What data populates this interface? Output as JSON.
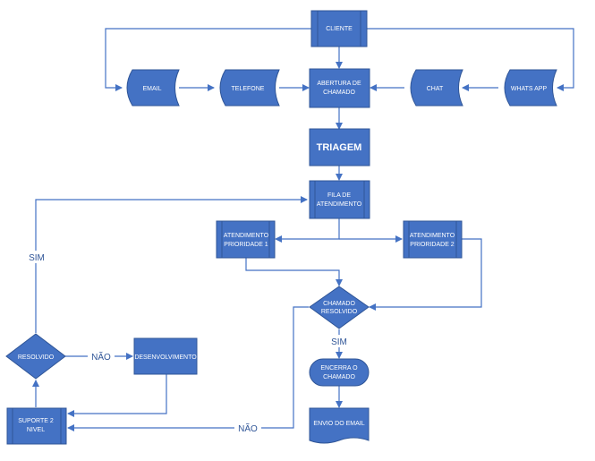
{
  "nodes": {
    "cliente": "CLIENTE",
    "email": "EMAIL",
    "telefone": "TELEFONE",
    "abertura": [
      "ABERTURA DE",
      "CHAMADO"
    ],
    "chat": "CHAT",
    "whatsapp": "WHATS APP",
    "triagem": "TRIAGEM",
    "fila": [
      "FILA DE",
      "ATENDIMENTO"
    ],
    "prioridade1": [
      "ATENDIMENTO",
      "PRIORIDADE 1"
    ],
    "prioridade2": [
      "ATENDIMENTO",
      "PRIORIDADE 2"
    ],
    "chamado_resolvido": [
      "CHAMADO",
      "RESOLVIDO"
    ],
    "resolvido": "RESOLVIDO",
    "desenvolvimento": "DESENVOLVIMENTO",
    "encerra": [
      "ENCERRA O",
      "CHAMADO"
    ],
    "suporte2": [
      "SUPORTE 2",
      "NIVEL"
    ],
    "envio_email": "ENVIO DO EMAIL"
  },
  "edge_labels": {
    "sim_left": "SIM",
    "sim_center": "SIM",
    "nao_middle": "NÃO",
    "nao_bottom": "NÃO"
  },
  "colors": {
    "node_fill": "#4472c4",
    "node_stroke": "#2f5597",
    "edge": "#4472c4"
  }
}
